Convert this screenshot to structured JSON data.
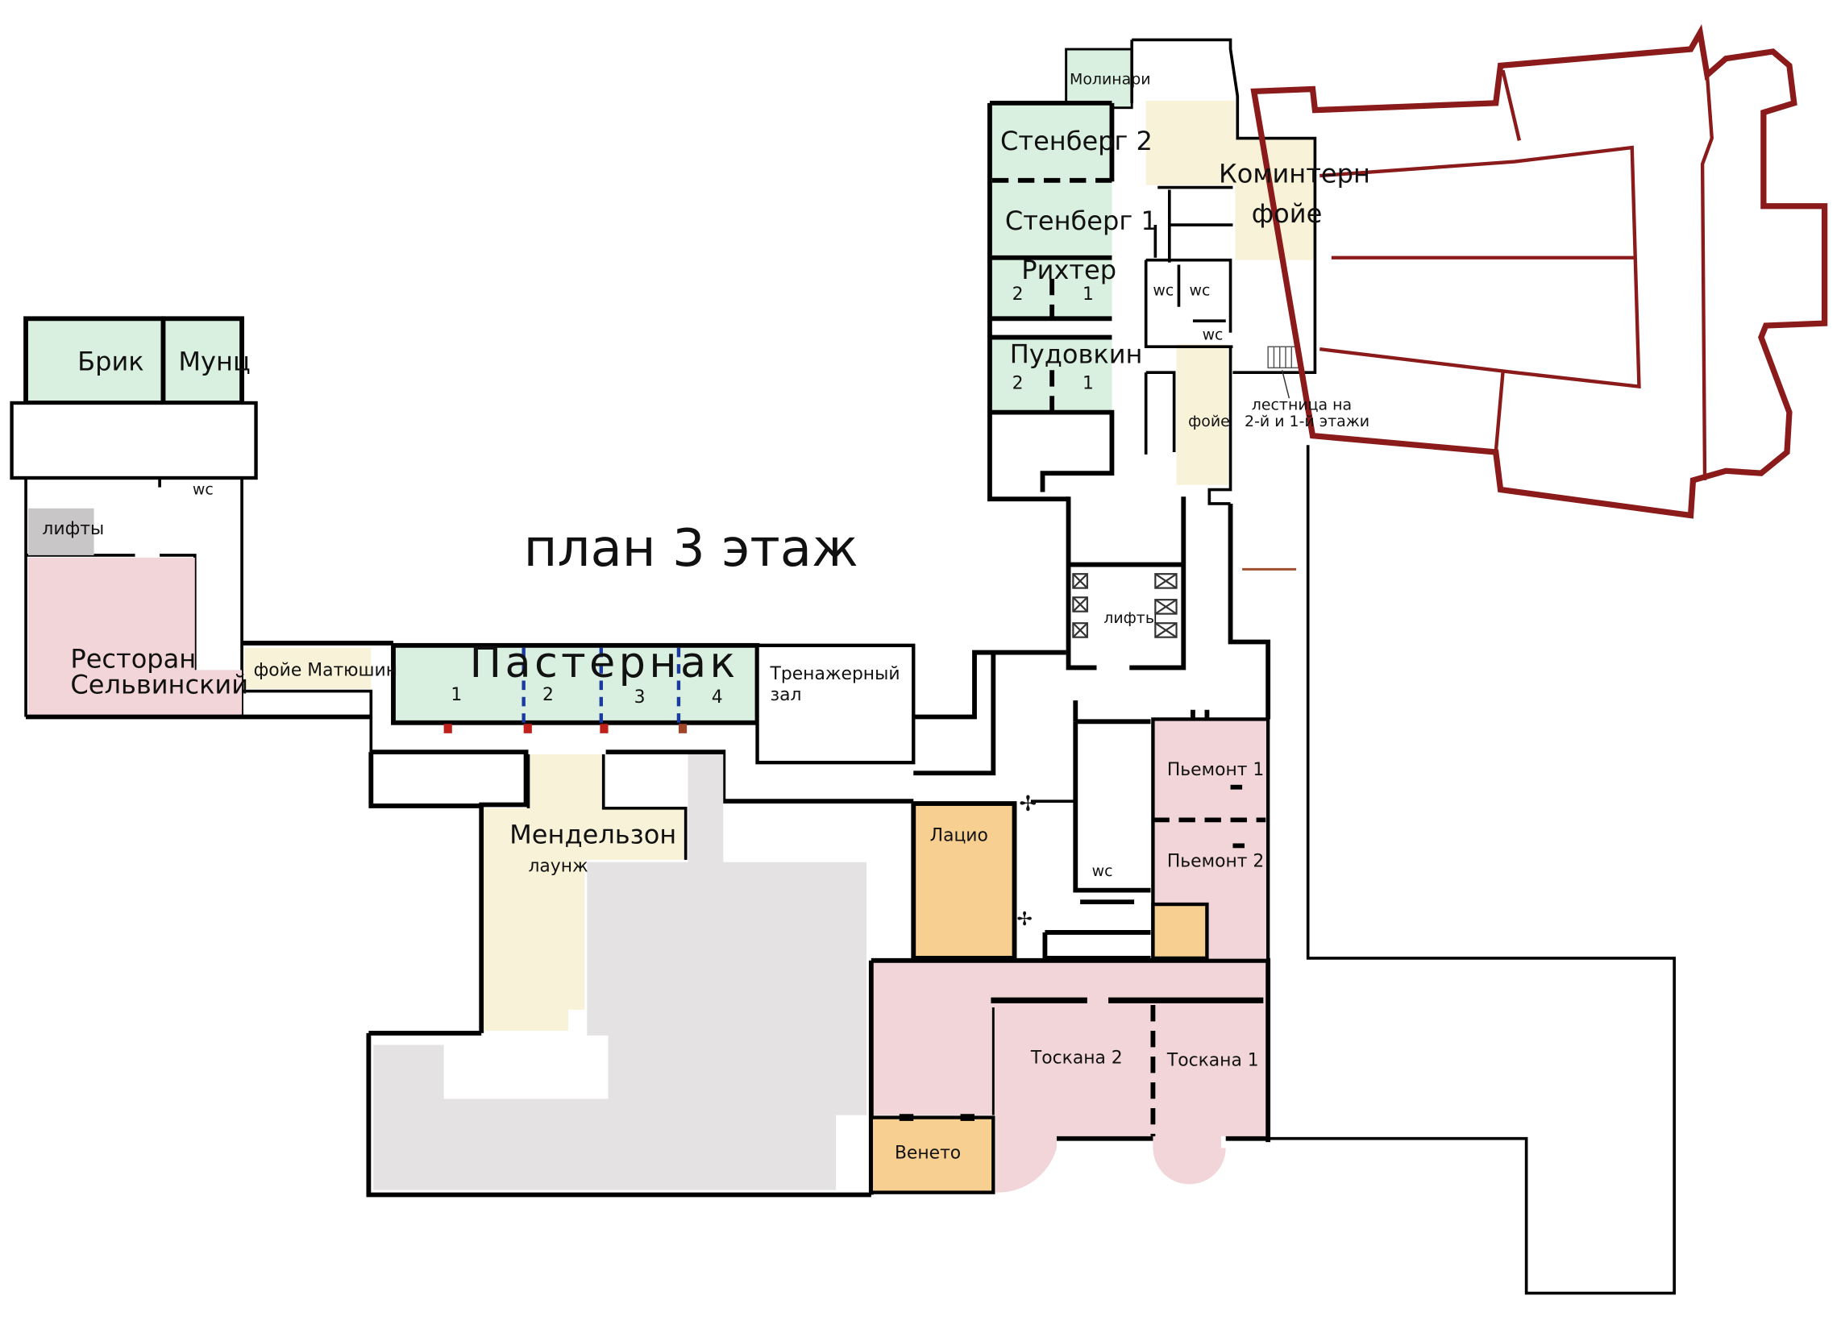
{
  "map": {
    "title": "план 3 этаж",
    "colors": {
      "conference": "#d9efdf",
      "restaurant": "#f2d5d8",
      "foyer": "#f7f2d8",
      "orange": "#f7cf91",
      "grey": "#e4e2e2",
      "lift_grey": "#c8c6c6",
      "church_outline": "#8b1a1a"
    },
    "rooms": {
      "brik": "Брик",
      "munts": "Мунц",
      "lifts_left": "лифты",
      "wc_left": "wc",
      "restaurant_line1": "Ресторан",
      "restaurant_line2": "Сельвинский",
      "foyer_matyushin": "фойе Матюшин",
      "pasternak": "Пастернак",
      "pasternak_1": "1",
      "pasternak_2": "2",
      "pasternak_3": "3",
      "pasternak_4": "4",
      "gym_line1": "Тренажерный",
      "gym_line2": "зал",
      "mendelson": "Мендельзон",
      "lounge": "лаунж",
      "lazio": "Лацио",
      "piemonte1": "Пьемонт 1",
      "piemonte2": "Пьемонт 2",
      "wc_mid": "wc",
      "toscana2": "Тоскана 2",
      "toscana1": "Тоскана 1",
      "veneto": "Венето",
      "lifts_center": "лифты",
      "molinari": "Молинари",
      "stenberg2": "Стенберг 2",
      "stenberg1": "Стенберг 1",
      "rikhter": "Рихтер",
      "rikhter_2": "2",
      "rikhter_1": "1",
      "pudovkin": "Пудовкин",
      "pudovkin_2": "2",
      "pudovkin_1": "1",
      "komintern": "Коминтерн",
      "komintern_foyer": "фойе",
      "wc_a": "wc",
      "wc_b": "wc",
      "wc_c": "wc",
      "foyer_small": "фойе",
      "stairs_line1": "лестница на",
      "stairs_line2": "2-й и 1-й этажи"
    }
  }
}
